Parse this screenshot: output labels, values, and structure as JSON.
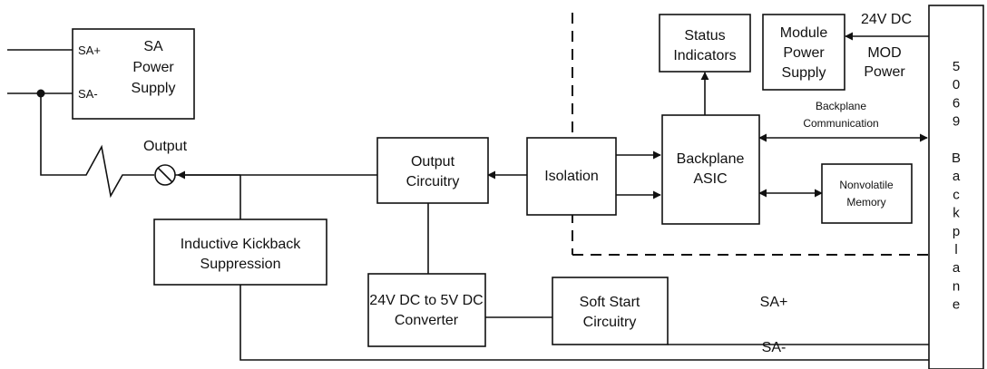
{
  "blocks": {
    "sa_power_supply": [
      "SA",
      "Power",
      "Supply"
    ],
    "status_indicators": [
      "Status",
      "Indicators"
    ],
    "module_power_supply": [
      "Module",
      "Power",
      "Supply"
    ],
    "output_circuitry": [
      "Output",
      "Circuitry"
    ],
    "isolation": [
      "Isolation"
    ],
    "backplane_asic": [
      "Backplane",
      "ASIC"
    ],
    "nonvolatile_memory": [
      "Nonvolatile",
      "Memory"
    ],
    "inductive_kickback": [
      "Inductive Kickback",
      "Suppression"
    ],
    "converter": [
      "24V DC to 5V DC",
      "Converter"
    ],
    "soft_start": [
      "Soft Start",
      "Circuitry"
    ]
  },
  "labels": {
    "sa_plus_pin": "SA+",
    "sa_minus_pin": "SA-",
    "output": "Output",
    "voltage_24v": "24V DC",
    "mod_power": [
      "MOD",
      "Power"
    ],
    "backplane_comm": [
      "Backplane",
      "Communication"
    ],
    "sa_plus_line": "SA+",
    "sa_minus_line": "SA-"
  },
  "backplane": {
    "letters": [
      "5",
      "0",
      "6",
      "9",
      "",
      "B",
      "a",
      "c",
      "k",
      "p",
      "l",
      "a",
      "n",
      "e"
    ]
  },
  "colors": {
    "line": "#111111",
    "background": "#ffffff"
  }
}
